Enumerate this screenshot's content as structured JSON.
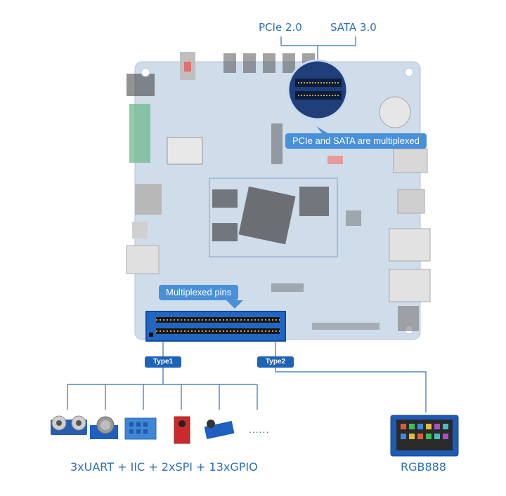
{
  "labels": {
    "pcie": "PCIe 2.0",
    "sata": "SATA 3.0",
    "multiplex_note": "PCIe and SATA are multiplexed",
    "multiplexed_pins": "Multiplexed pins",
    "type1": "Type1",
    "type2": "Type2",
    "interfaces": "3xUART + IIC + 2xSPI + 13xGPIO",
    "display": "RGB888",
    "ellipsis": "......"
  },
  "colors": {
    "board": "#cfdcea",
    "accent": "#2e6fb5",
    "callout": "#4a90d9",
    "badge": "#1d63b8",
    "connector": "#2266c4"
  },
  "modules": [
    "ultrasonic-sensor-icon",
    "gas-sensor-icon",
    "humidity-sensor-icon",
    "relay-module-icon",
    "ir-sensor-icon"
  ]
}
